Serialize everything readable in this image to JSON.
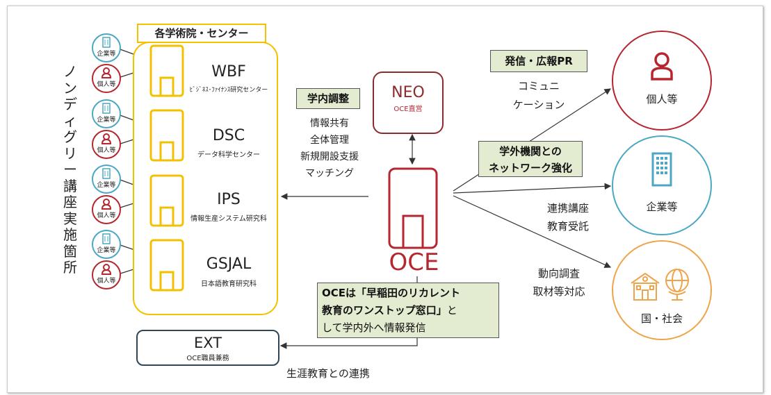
{
  "vertical_label": "ノンディグリー講座実施箇所",
  "institutes_header": "各学術院・センター",
  "institutes": [
    {
      "code": "WBF",
      "name": "ﾋﾞｼﾞﾈｽ･ﾌｧｲﾅﾝｽ研究センター"
    },
    {
      "code": "DSC",
      "name": "データ科学センター"
    },
    {
      "code": "IPS",
      "name": "情報生産システム研究科"
    },
    {
      "code": "GSJAL",
      "name": "日本語教育研究科"
    }
  ],
  "small_circles": {
    "company": "企業等",
    "individual": "個人等"
  },
  "internal_coordination": {
    "title": "学内調整",
    "items": [
      "情報共有",
      "全体管理",
      "新規開設支援",
      "マッチング"
    ]
  },
  "neo": {
    "title": "NEO",
    "subtitle": "OCE直営"
  },
  "oce": {
    "label": "OCE"
  },
  "ext": {
    "title": "EXT",
    "subtitle": "OCE職員兼務"
  },
  "lifelong_link": "生涯教育との連携",
  "oce_message": {
    "line1": "OCEは「早稲田のリカレント",
    "line2": "教育のワンストップ窓口」",
    "line2_tail": "と",
    "line3": "して学内外へ情報発信"
  },
  "pr": {
    "title": "発信・広報PR",
    "communication_1": "コミュニ",
    "communication_2": "ケーション"
  },
  "network": {
    "line1": "学外機関との",
    "line2": "ネットワーク強化"
  },
  "collab": {
    "line1": "連携講座",
    "line2": "教育受託"
  },
  "research": {
    "line1": "動向調査",
    "line2": "取材等対応"
  },
  "targets": {
    "individual": "個人等",
    "company": "企業等",
    "society": "国・社会"
  },
  "colors": {
    "gold": "#f2c200",
    "teal": "#4aa8c4",
    "crimson": "#b5262f",
    "maroon": "#8b2b2f",
    "orange": "#f0a44a",
    "navy": "#2e4656",
    "green_fill": "#e3ecd0"
  }
}
